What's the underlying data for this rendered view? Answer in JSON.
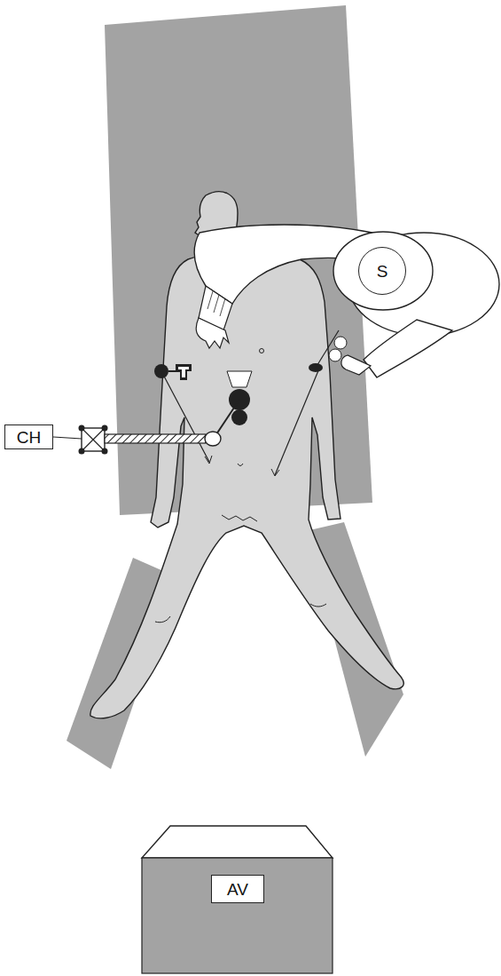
{
  "diagram": {
    "nodes": [
      {
        "text": [
          "S"
        ]
      },
      {
        "text": [
          "CH"
        ]
      },
      {
        "text": [
          "AV"
        ]
      }
    ]
  }
}
